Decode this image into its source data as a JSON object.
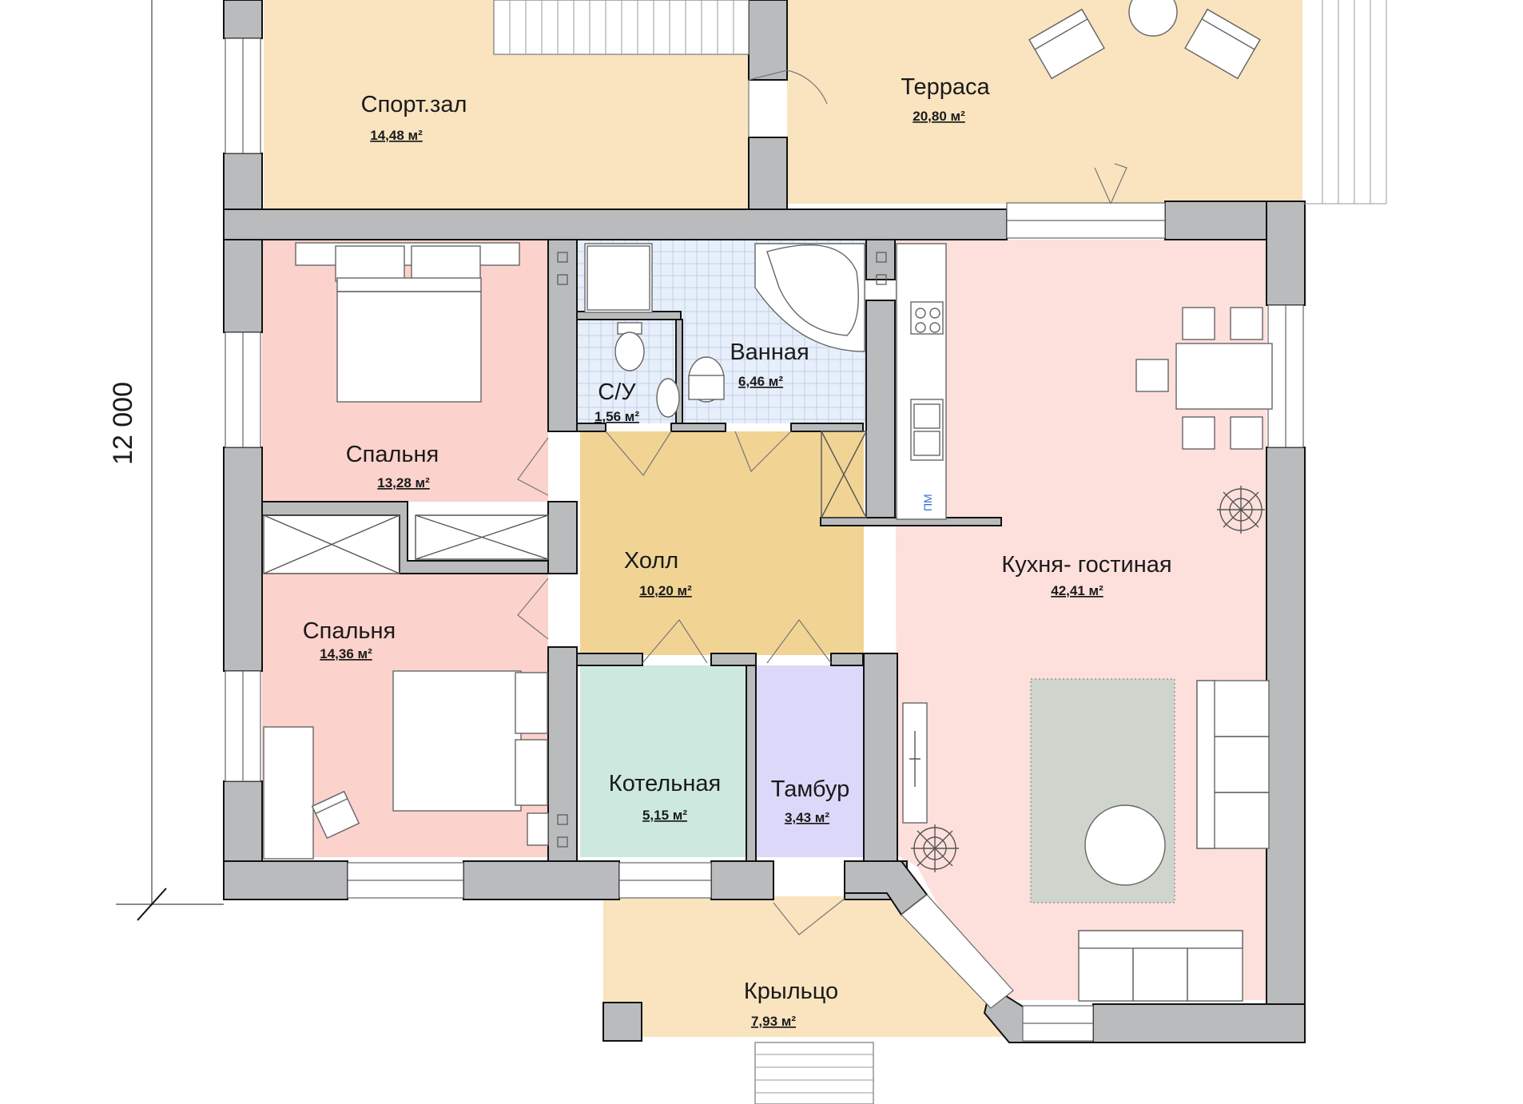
{
  "dimension": {
    "height_label": "12 000"
  },
  "colors": {
    "wall": "#b9bbbd",
    "sport": "#f9e4bf",
    "terrace": "#f9e4bf",
    "bedroom": "#fcd2cc",
    "bath": "#e6effa",
    "wc": "#dcd7f7",
    "hall": "#f1d494",
    "boiler": "#cde8df",
    "vestibule": "#dcd8f9",
    "kitchen": "#fde0dc",
    "porch": "#f9e4bf",
    "rug": "#cfd5cc"
  },
  "rooms": {
    "sport": {
      "name": "Спорт.зал",
      "area": "14,48 м²"
    },
    "terrace": {
      "name": "Терраса",
      "area": "20,80 м²"
    },
    "bath": {
      "name": "Ванная",
      "area": "6,46 м²"
    },
    "wc": {
      "name": "С/У",
      "area": "1,56 м²"
    },
    "bedroom1": {
      "name": "Спальня",
      "area": "13,28 м²"
    },
    "bedroom2": {
      "name": "Спальня",
      "area": "14,36 м²"
    },
    "hall": {
      "name": "Холл",
      "area": "10,20 м²"
    },
    "kitchen": {
      "name": "Кухня- гостиная",
      "area": "42,41 м²"
    },
    "boiler": {
      "name": "Котельная",
      "area": "5,15 м²"
    },
    "vestibule": {
      "name": "Тамбур",
      "area": "3,43 м²"
    },
    "porch": {
      "name": "Крыльцо",
      "area": "7,93 м²"
    }
  },
  "appliances": {
    "dishwasher": "ПМ"
  }
}
